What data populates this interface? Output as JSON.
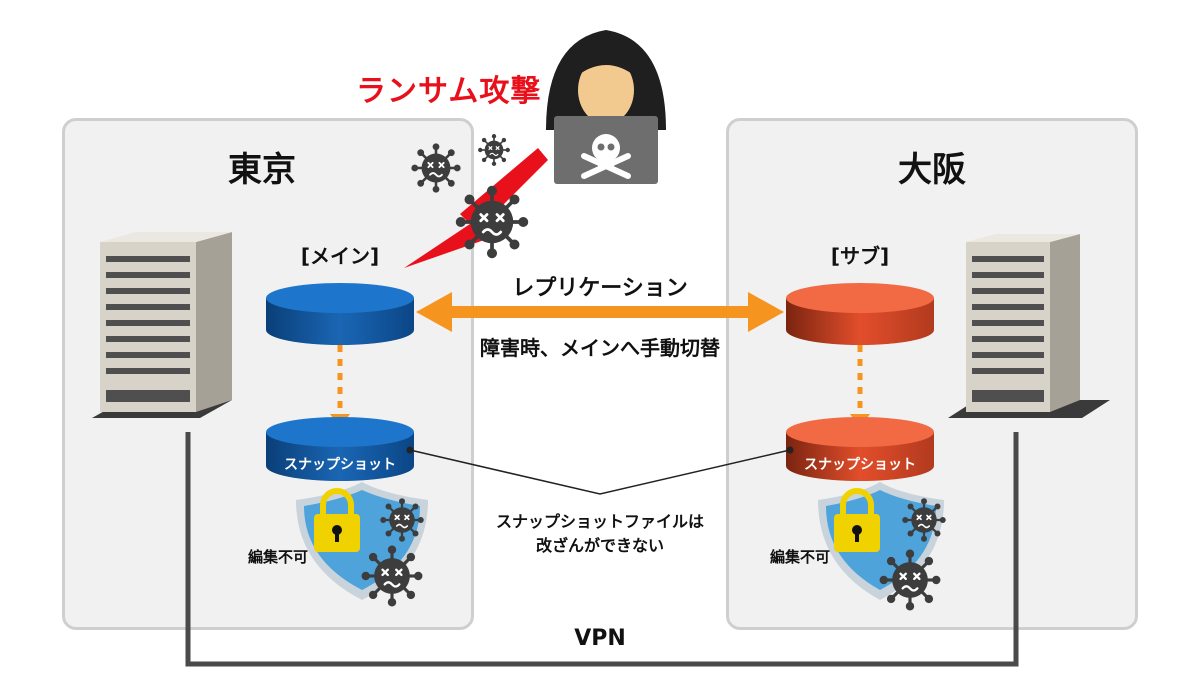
{
  "attack": {
    "label": "ランサム攻撃",
    "color": "#e8101b"
  },
  "regions": {
    "left": {
      "title": "東京"
    },
    "right": {
      "title": "大阪"
    }
  },
  "left_db": {
    "role_label": "[メイン]",
    "snapshot_label": "スナップショット",
    "lock_label": "編集不可",
    "color": "#1d6fc0"
  },
  "right_db": {
    "role_label": "[サブ]",
    "snapshot_label": "スナップショット",
    "lock_label": "編集不可",
    "color": "#ef5a3a"
  },
  "replication": {
    "label": "レプリケーション",
    "note": "障害時、メインへ手動切替",
    "arrow_color": "#f5951f"
  },
  "snapshot_note": {
    "line1": "スナップショットファイルは",
    "line2": "改ざんができない"
  },
  "vpn": {
    "label": "VPN"
  },
  "icons": [
    "hacker-icon",
    "skull-crossbones-icon",
    "virus-icon",
    "building-icon",
    "shield-icon",
    "padlock-icon",
    "database-icon"
  ]
}
